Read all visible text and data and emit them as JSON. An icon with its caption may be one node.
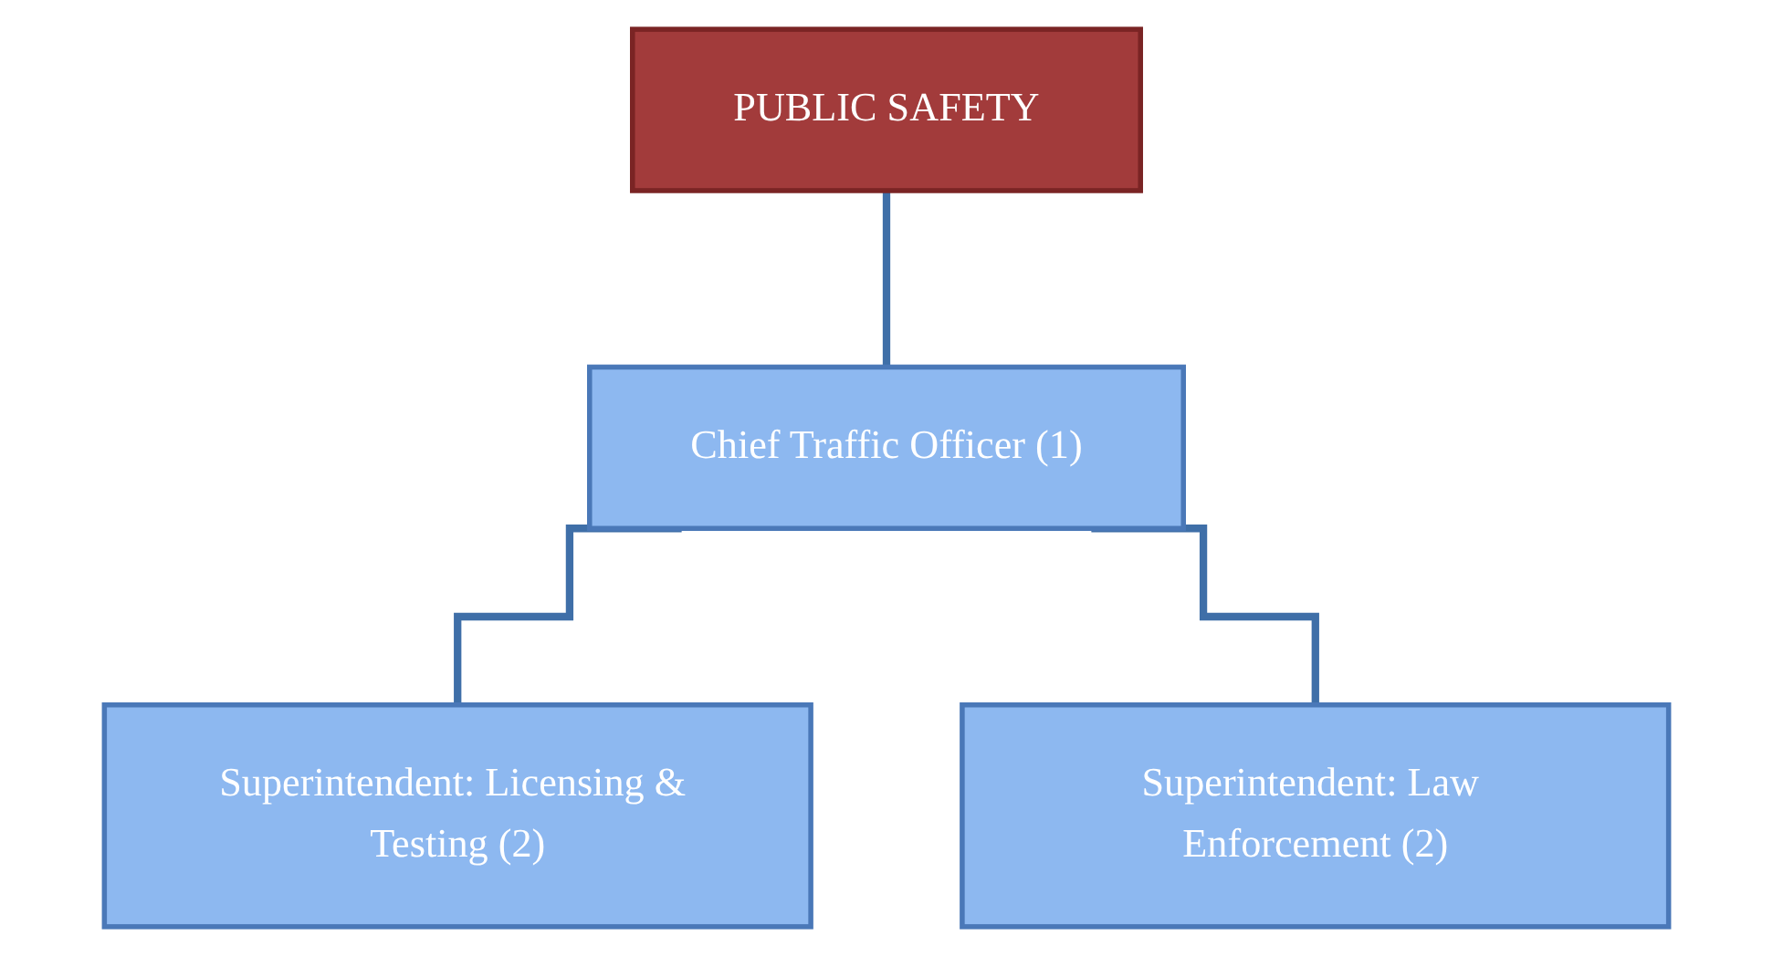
{
  "diagram": {
    "nodes": [
      {
        "text": [
          "PUBLIC SAFETY"
        ]
      },
      {
        "text": [
          "Chief Traffic Officer (1)"
        ]
      },
      {
        "text": [
          "Superintendent: Licensing & Testing (2)"
        ]
      },
      {
        "text": [
          "Superintendent: Law Enforcement (2)"
        ]
      }
    ],
    "edges": [
      {
        "from": 0,
        "to": 1,
        "arrow": "none"
      },
      {
        "from": 1,
        "to": 2,
        "arrow": "none"
      },
      {
        "from": 1,
        "to": 3,
        "arrow": "none"
      }
    ]
  }
}
